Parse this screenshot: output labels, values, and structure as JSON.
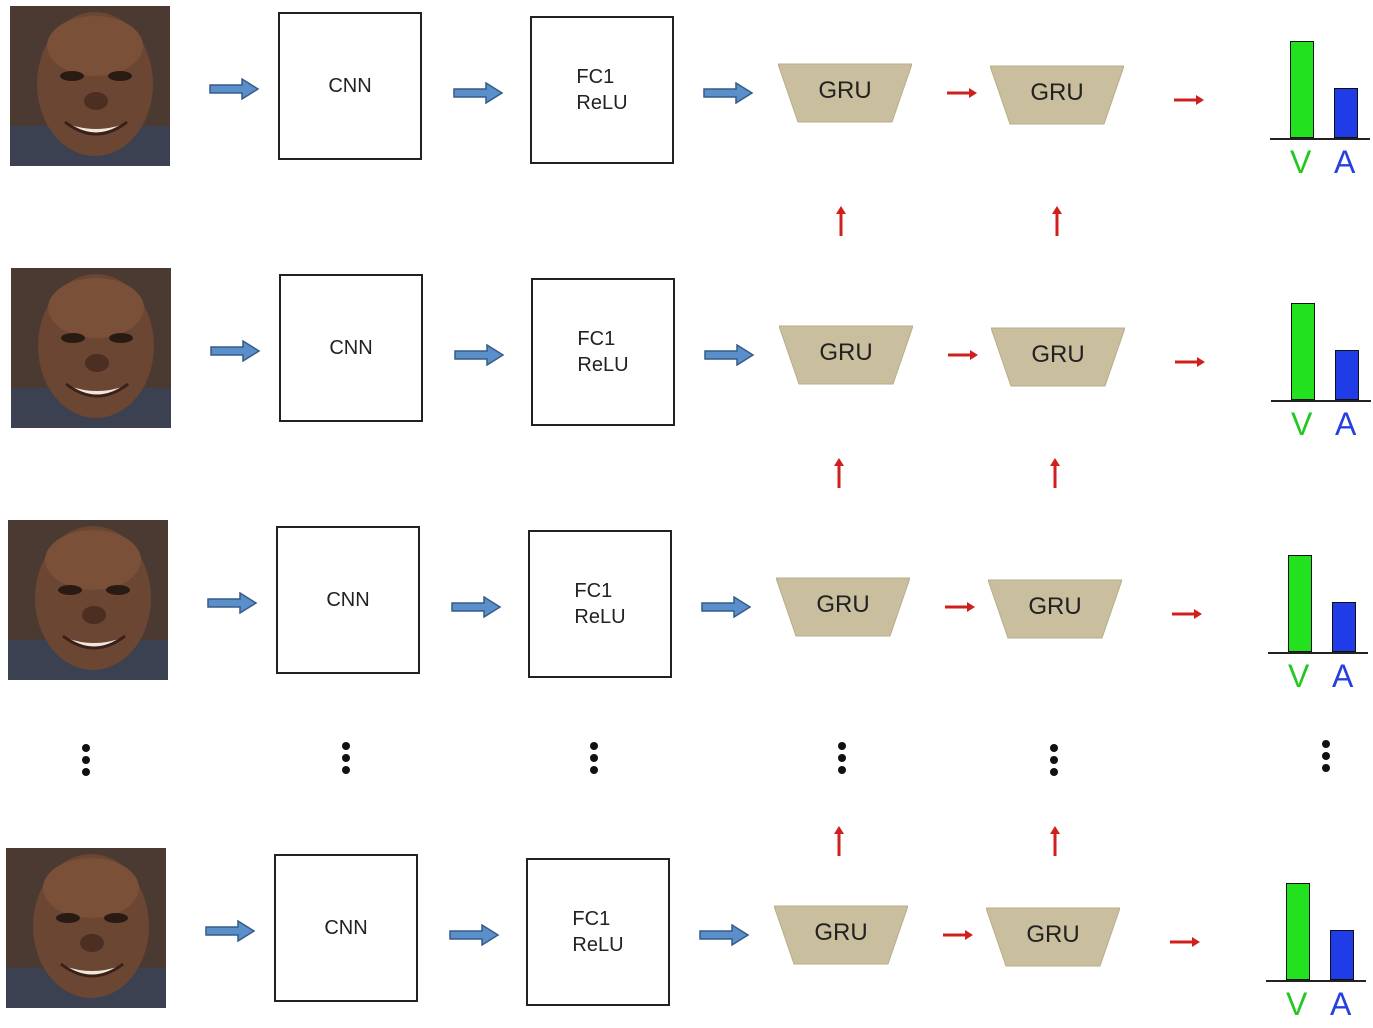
{
  "labels": {
    "cnn": "CNN",
    "fc_line1": "FC1",
    "fc_line2": "ReLU",
    "gru": "GRU",
    "valence": "V",
    "arousal": "A"
  },
  "colors": {
    "valence_bar": "#22e11f",
    "arousal_bar": "#1f3ce6",
    "valence_label": "#22c81f",
    "arousal_label": "#2640e0",
    "flow_arrow": "#5b8fc9",
    "recurrent_arrow": "#d0201e",
    "gru_fill": "#c9bf9e"
  },
  "chart_data": [
    {
      "type": "bar",
      "categories": [
        "V",
        "A"
      ],
      "values": [
        0.88,
        0.45
      ]
    },
    {
      "type": "bar",
      "categories": [
        "V",
        "A"
      ],
      "values": [
        0.88,
        0.45
      ]
    },
    {
      "type": "bar",
      "categories": [
        "V",
        "A"
      ],
      "values": [
        0.88,
        0.45
      ]
    },
    {
      "type": "bar",
      "categories": [
        "V",
        "A"
      ],
      "values": [
        0.88,
        0.45
      ]
    }
  ]
}
